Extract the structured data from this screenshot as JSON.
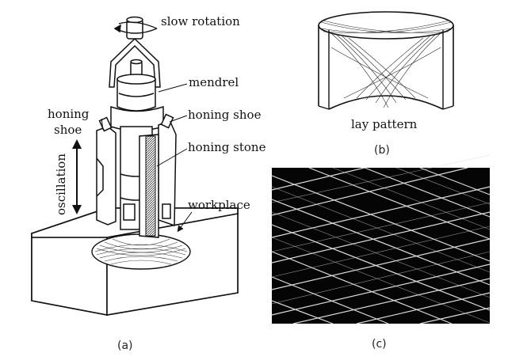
{
  "labels": {
    "slow_rotation": "slow rotation",
    "mendrel": "mendrel",
    "honing_shoe_left_1": "honing",
    "honing_shoe_left_2": "shoe",
    "honing_shoe_right": "honing shoe",
    "honing_stone": "honing stone",
    "oscillation": "oscillation",
    "workplace": "workplace",
    "lay_pattern": "lay pattern"
  },
  "captions": {
    "a": "(a)",
    "b": "(b)",
    "c": "(c)"
  }
}
